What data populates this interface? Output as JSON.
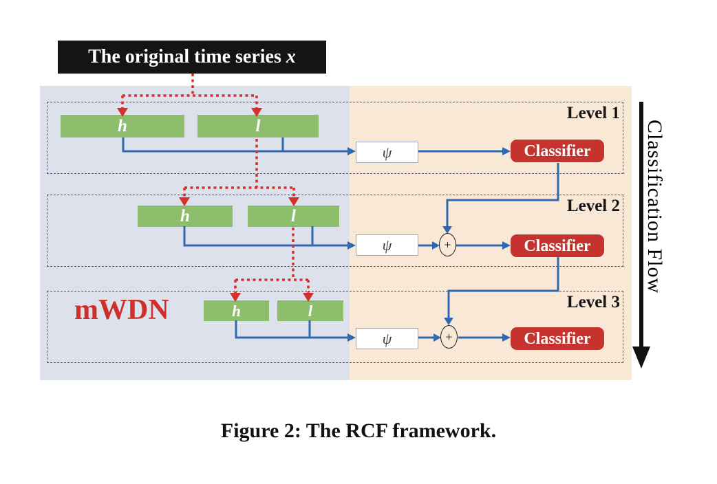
{
  "figure": {
    "title_box": {
      "text": "The original time series ",
      "symbol": "x"
    },
    "mwdn_label": "mWDN",
    "flow_label": "Classification Flow",
    "plus_symbol": "+",
    "levels": [
      {
        "label": "Level 1",
        "h_label": "h",
        "l_label": "l",
        "psi_label": "ψ",
        "classifier_label": "Classifier"
      },
      {
        "label": "Level 2",
        "h_label": "h",
        "l_label": "l",
        "psi_label": "ψ",
        "classifier_label": "Classifier"
      },
      {
        "label": "Level 3",
        "h_label": "h",
        "l_label": "l",
        "psi_label": "ψ",
        "classifier_label": "Classifier"
      }
    ]
  },
  "caption": "Figure 2: The RCF framework.",
  "colors": {
    "mwdn_background": "#dde1ec",
    "classification_background": "#f9e8d6",
    "bar_green": "#8cbe6c",
    "line_blue": "#2e68b0",
    "classifier_red": "#c4332e",
    "dotted_red": "#d2312d",
    "title_black": "#141414"
  }
}
